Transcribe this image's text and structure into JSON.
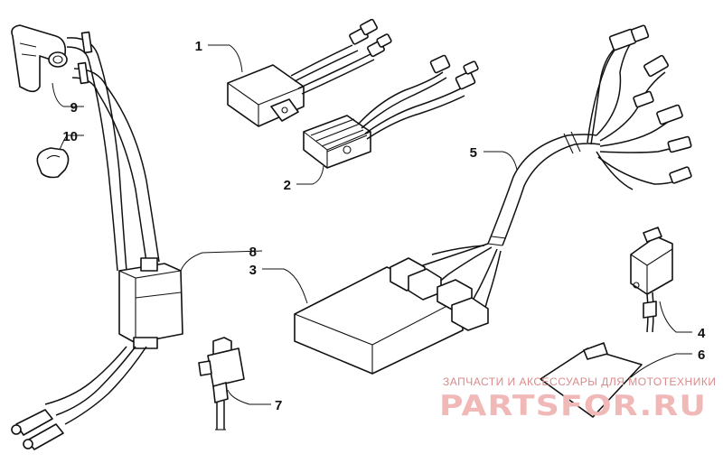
{
  "callouts": {
    "c1": "1",
    "c2": "2",
    "c3": "3",
    "c4": "4",
    "c5": "5",
    "c6": "6",
    "c7": "7",
    "c8": "8",
    "c9": "9",
    "c10": "10"
  },
  "watermark": {
    "caption": "ЗАПЧАСТИ И АКСЕССУАРЫ ДЛЯ МОТОТЕХНИКИ",
    "logo": "PARTSFOR.RU"
  },
  "colors": {
    "line": "#111111",
    "watermark_text": "#d98a8a",
    "watermark_logo": "#f1b8b8"
  }
}
